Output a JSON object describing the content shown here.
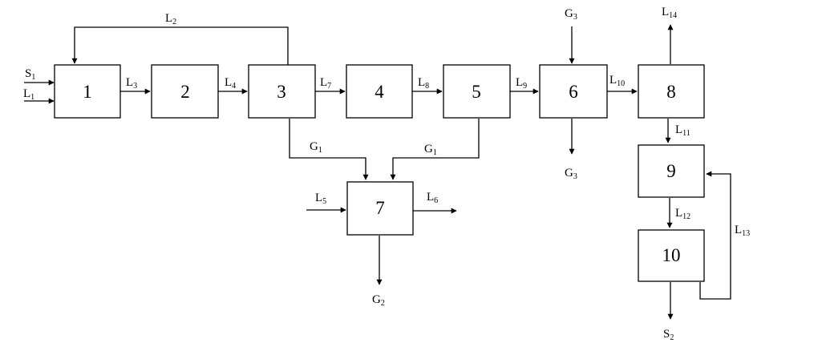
{
  "diagram": {
    "blocks": {
      "b1": "1",
      "b2": "2",
      "b3": "3",
      "b4": "4",
      "b5": "5",
      "b6": "6",
      "b7": "7",
      "b8": "8",
      "b9": "9",
      "b10": "10"
    },
    "streams": {
      "s1": {
        "base": "S",
        "sub": "1"
      },
      "l1": {
        "base": "L",
        "sub": "1"
      },
      "l2": {
        "base": "L",
        "sub": "2"
      },
      "l3": {
        "base": "L",
        "sub": "3"
      },
      "l4": {
        "base": "L",
        "sub": "4"
      },
      "l5": {
        "base": "L",
        "sub": "5"
      },
      "l6": {
        "base": "L",
        "sub": "6"
      },
      "l7": {
        "base": "L",
        "sub": "7"
      },
      "l8": {
        "base": "L",
        "sub": "8"
      },
      "l9": {
        "base": "L",
        "sub": "9"
      },
      "l10": {
        "base": "L",
        "sub": "10"
      },
      "l11": {
        "base": "L",
        "sub": "11"
      },
      "l12": {
        "base": "L",
        "sub": "12"
      },
      "l13": {
        "base": "L",
        "sub": "13"
      },
      "l14": {
        "base": "L",
        "sub": "14"
      },
      "g1_left": {
        "base": "G",
        "sub": "1"
      },
      "g1_right": {
        "base": "G",
        "sub": "1"
      },
      "g2": {
        "base": "G",
        "sub": "2"
      },
      "g3_in": {
        "base": "G",
        "sub": "3"
      },
      "g3_out": {
        "base": "G",
        "sub": "3"
      },
      "s2": {
        "base": "S",
        "sub": "2"
      }
    }
  }
}
